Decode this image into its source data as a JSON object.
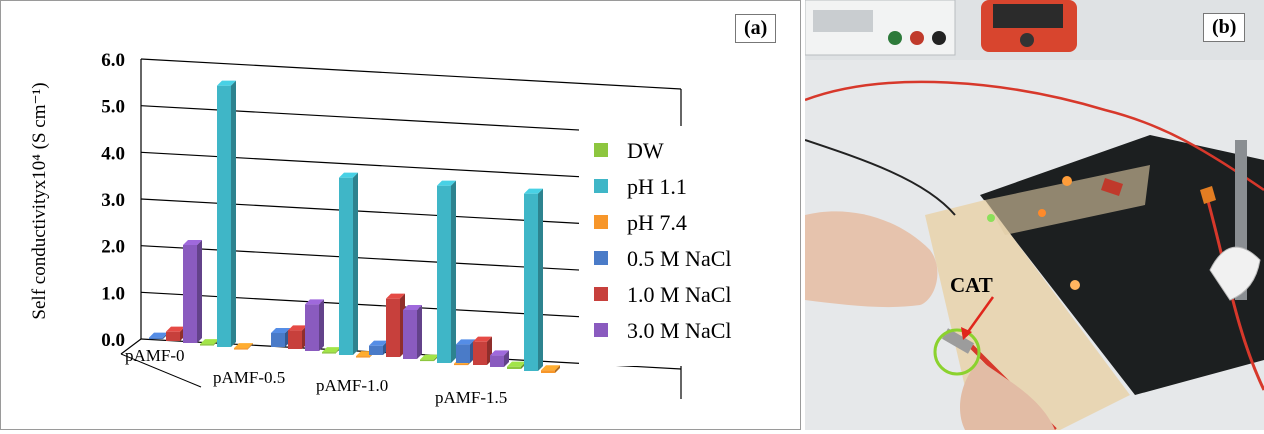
{
  "panel_a": {
    "label": "(a)",
    "chart_data": {
      "type": "bar",
      "title": "",
      "xlabel": "",
      "ylabel": "Self conductivityx10⁴ (S cm⁻¹)",
      "ylim": [
        0,
        6
      ],
      "yticks": [
        "0.0",
        "1.0",
        "2.0",
        "3.0",
        "4.0",
        "5.0",
        "6.0"
      ],
      "grid": true,
      "legend_position": "right",
      "categories": [
        "pAMF-0",
        "pAMF-0.5",
        "pAMF-1.0",
        "pAMF-1.5"
      ],
      "series": [
        {
          "name": "DW",
          "color": "#8dc63f",
          "values": [
            0.02,
            0.02,
            0.03,
            0.05
          ]
        },
        {
          "name": "pH 1.1",
          "color": "#3fb6c7",
          "values": [
            5.6,
            3.8,
            3.8,
            3.8
          ]
        },
        {
          "name": "pH 7.4",
          "color": "#f7962a",
          "values": [
            0.02,
            0.02,
            0.03,
            0.06
          ]
        },
        {
          "name": "0.5 M NaCl",
          "color": "#4a7bc8",
          "values": [
            0.03,
            0.3,
            0.2,
            0.4
          ]
        },
        {
          "name": "1.0 M NaCl",
          "color": "#c7403c",
          "values": [
            0.2,
            0.4,
            1.25,
            0.5
          ]
        },
        {
          "name": "3.0 M NaCl",
          "color": "#8a5bbf",
          "values": [
            2.1,
            1.0,
            1.05,
            0.25
          ]
        }
      ]
    }
  },
  "panel_b": {
    "label": "(b)",
    "annotation": "CAT",
    "colors": {
      "board": "#1c1f20",
      "wood": "#e8d6b4",
      "wire": "#d7382b",
      "ring": "#8bd22e",
      "wall": "#e9ebed",
      "meter": "#d8452e"
    }
  }
}
